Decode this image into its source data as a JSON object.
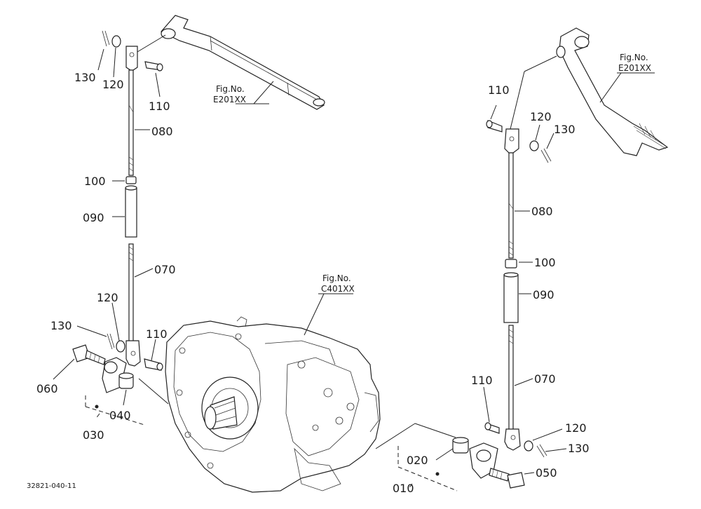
{
  "labels": {
    "p010": "010",
    "p020": "020",
    "p030": "030",
    "p040": "040",
    "p050": "050",
    "p060": "060",
    "p070": "070",
    "p080": "080",
    "p090": "090",
    "p100": "100",
    "p110": "110",
    "p120": "120",
    "p130": "130"
  },
  "refs": {
    "fig_label": "Fig.No.",
    "left_pedal": "E201XX",
    "right_pedal": "E201XX",
    "transmission": "C401XX"
  },
  "caption": "32821-040-11"
}
